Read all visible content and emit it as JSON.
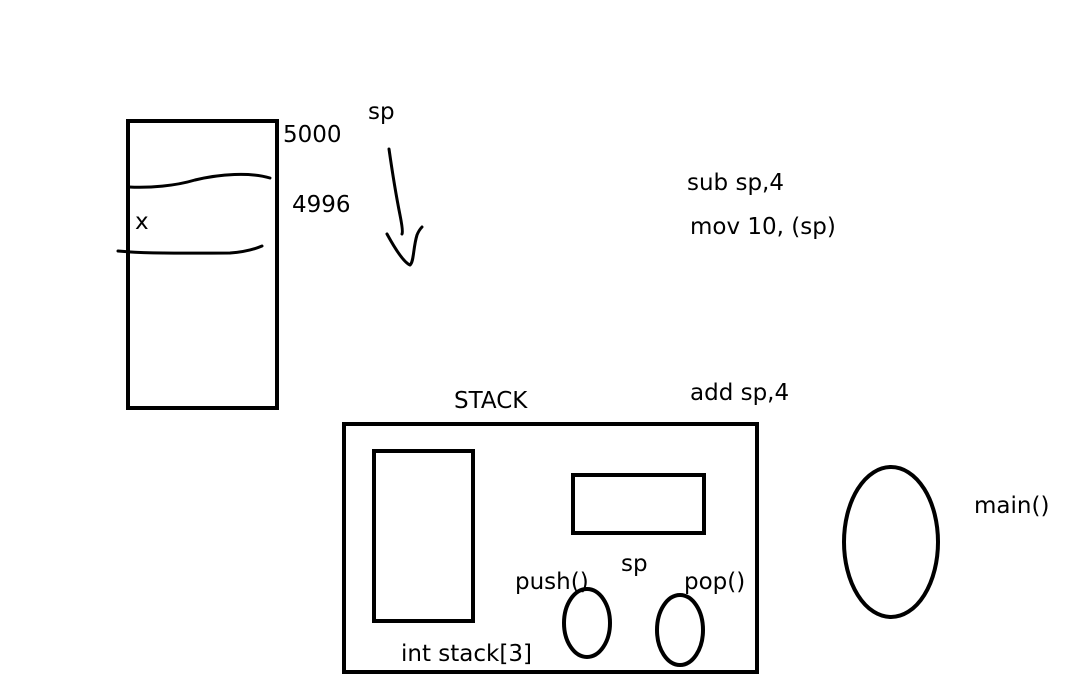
{
  "memory": {
    "address_top": "5000",
    "address_next": "4996",
    "variable": "x",
    "pointer_label": "sp"
  },
  "asm": {
    "line1": "sub sp,4",
    "line2": "mov 10, (sp)",
    "line3": "add sp,4"
  },
  "stack_module": {
    "title": "STACK",
    "array_label": "int stack[3]",
    "sp_label": "sp",
    "push_label": "push()",
    "pop_label": "pop()"
  },
  "main_label": "main()"
}
